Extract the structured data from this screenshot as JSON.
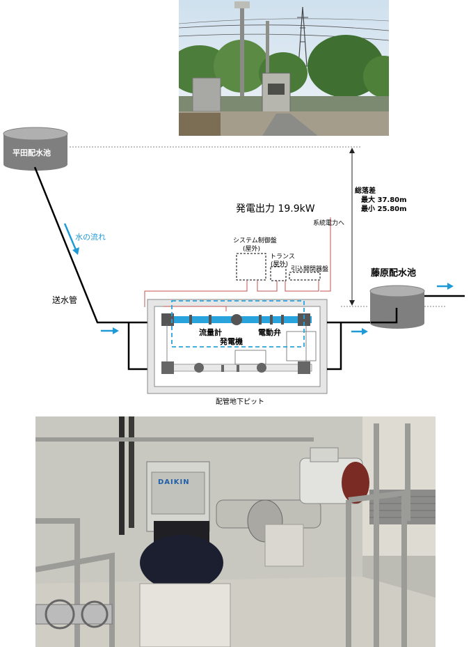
{
  "reservoirs": {
    "hirata": "平田配水池",
    "fujiwara": "藤原配水池"
  },
  "labels": {
    "water_flow": "水の流れ",
    "supply_pipe": "送水管",
    "output": "発電出力  19.9kW",
    "grid_power": "系統電力へ",
    "system_panel": "システム制御盤",
    "system_panel_sub": "(屋外)",
    "transformer": "トランス",
    "transformer_sub": "(屋外)",
    "switchgear": "引込開閉器盤",
    "flow_meter": "流量計",
    "generator": "発電機",
    "motor_valve": "電動弁",
    "pit": "配管地下ピット",
    "head_title": "総落差",
    "head_max": "最大 37.80m",
    "head_min": "最小 25.80m",
    "brand": "DAIKIN"
  },
  "colors": {
    "flow_blue": "#1e9bd7",
    "panel_red": "#c0504d",
    "pipe_blue": "#29a3db",
    "reservoir_gray": "#7f7f7f"
  }
}
